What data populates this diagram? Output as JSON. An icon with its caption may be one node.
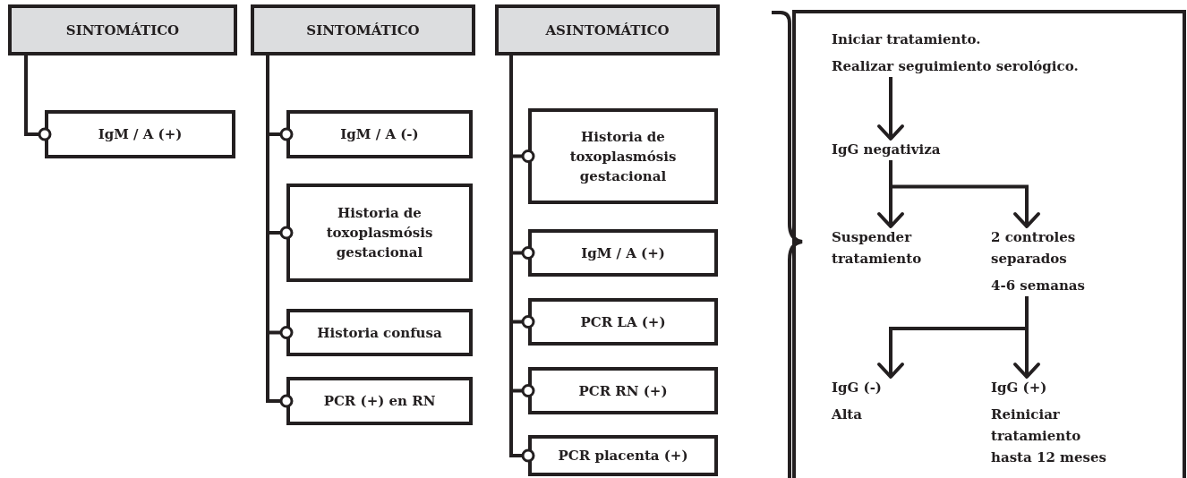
{
  "diagram": {
    "nodes": [
      {
        "text": [
          "SINTOMÁTICO"
        ]
      },
      {
        "text": [
          "IgM / A (+)"
        ]
      },
      {
        "text": [
          "SINTOMÁTICO"
        ]
      },
      {
        "text": [
          "IgM / A (-)"
        ]
      },
      {
        "text": [
          "Historia de toxoplasmósis gestacional"
        ]
      },
      {
        "text": [
          "Historia confusa"
        ]
      },
      {
        "text": [
          "PCR (+) en RN"
        ]
      },
      {
        "text": [
          "ASINTOMÁTICO"
        ]
      },
      {
        "text": [
          "Historia de toxoplasmósis gestacional"
        ]
      },
      {
        "text": [
          "IgM / A (+)"
        ]
      },
      {
        "text": [
          "PCR LA (+)"
        ]
      },
      {
        "text": [
          "PCR RN (+)"
        ]
      },
      {
        "text": [
          "PCR placenta (+)"
        ]
      },
      {
        "text": [],
        "shape": "box"
      },
      {
        "text": [
          "Iniciar tratamiento.",
          "Realizar seguimiento serológico."
        ],
        "in": 13
      },
      {
        "text": [
          "IgG negativiza"
        ],
        "in": 13
      },
      {
        "text": [
          "Suspender tratamiento"
        ],
        "in": 13
      },
      {
        "text": [
          "2 controles separados",
          "4-6 semanas"
        ],
        "in": 13
      },
      {
        "text": [
          "IgG (-)",
          "Alta"
        ],
        "in": 13
      },
      {
        "text": [
          "IgG (+)",
          "Reiniciar tratamiento hasta 12 meses"
        ],
        "in": 13
      }
    ],
    "edges": [
      {
        "from": 0,
        "to": 1,
        "arrow": "other"
      },
      {
        "from": 2,
        "to": 3,
        "arrow": "other"
      },
      {
        "from": 2,
        "to": 4,
        "arrow": "other"
      },
      {
        "from": 2,
        "to": 5,
        "arrow": "other"
      },
      {
        "from": 2,
        "to": 6,
        "arrow": "other"
      },
      {
        "from": 7,
        "to": 8,
        "arrow": "other"
      },
      {
        "from": 7,
        "to": 9,
        "arrow": "other"
      },
      {
        "from": 7,
        "to": 10,
        "arrow": "other"
      },
      {
        "from": 7,
        "to": 11,
        "arrow": "other"
      },
      {
        "from": 7,
        "to": 12,
        "arrow": "other"
      },
      {
        "from": 14,
        "to": 15,
        "arrow": "to"
      },
      {
        "from": 15,
        "to": 16,
        "arrow": "to"
      },
      {
        "from": 15,
        "to": 17,
        "arrow": "to"
      },
      {
        "from": 17,
        "to": 18,
        "arrow": "to"
      },
      {
        "from": 17,
        "to": 19,
        "arrow": "to"
      }
    ]
  }
}
